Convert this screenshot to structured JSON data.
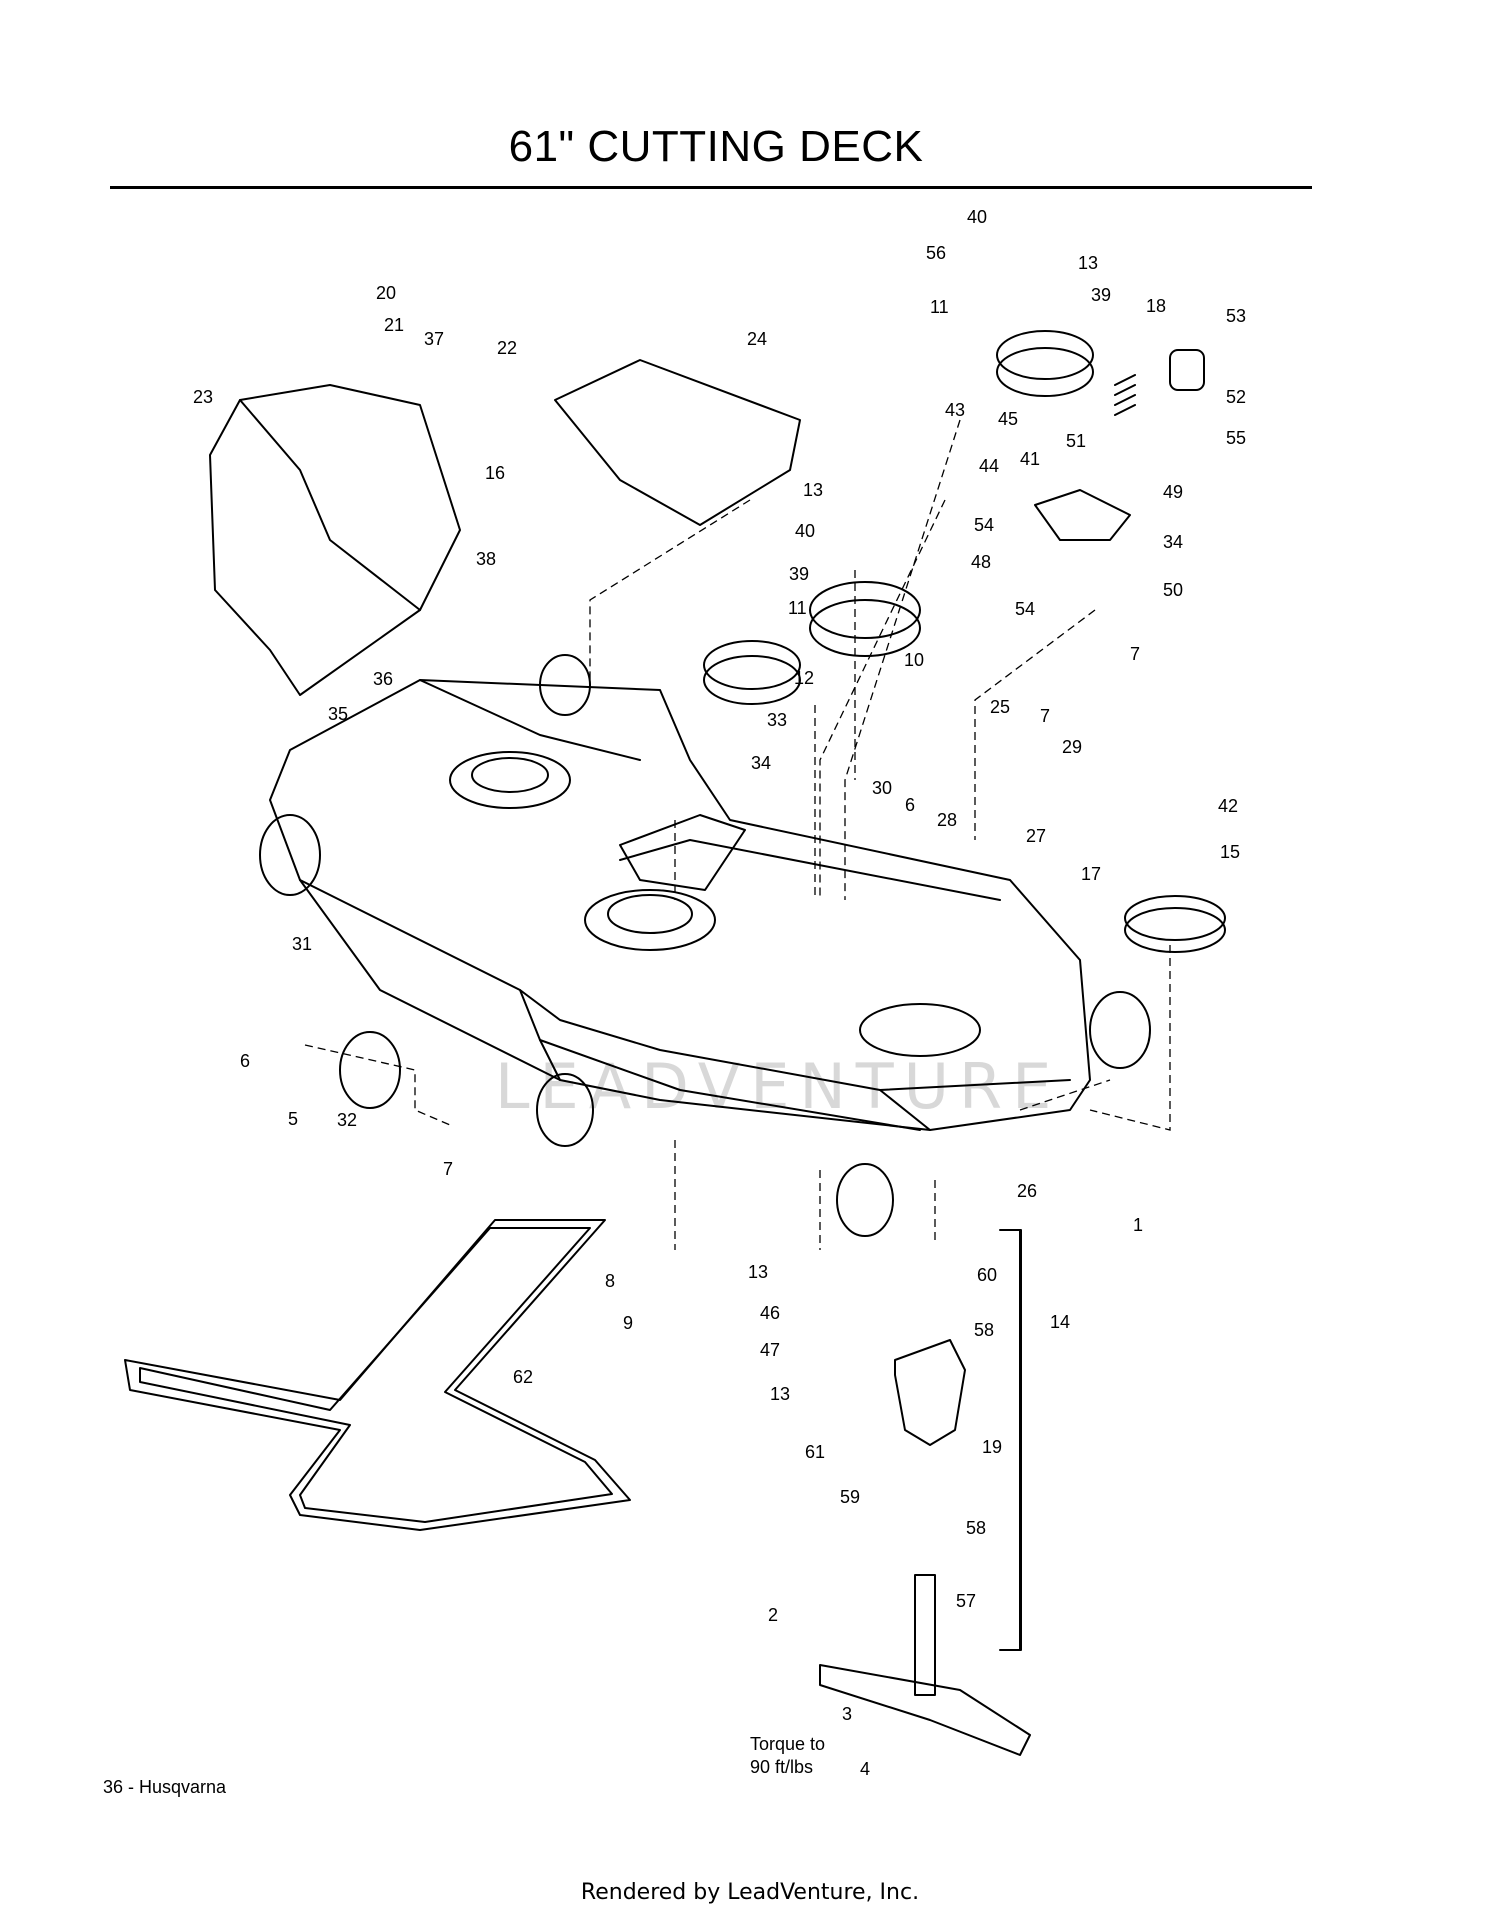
{
  "page": {
    "title": "61\" CUTTING DECK",
    "footer_left": "36 - Husqvarna",
    "footer_center": "Rendered by LeadVenture, Inc.",
    "watermark": "LEADVENTURE",
    "note_line1": "Torque to",
    "note_line2": "90 ft/lbs"
  },
  "callouts": [
    "1",
    "2",
    "3",
    "4",
    "5",
    "6",
    "7",
    "8",
    "9",
    "10",
    "11",
    "12",
    "13",
    "14",
    "15",
    "16",
    "17",
    "18",
    "19",
    "20",
    "21",
    "22",
    "23",
    "24",
    "25",
    "26",
    "27",
    "28",
    "29",
    "30",
    "31",
    "32",
    "33",
    "34",
    "35",
    "36",
    "37",
    "38",
    "39",
    "40",
    "41",
    "42",
    "43",
    "44",
    "45",
    "46",
    "47",
    "48",
    "49",
    "50",
    "51",
    "52",
    "53",
    "54",
    "55",
    "56",
    "57",
    "58",
    "59",
    "60",
    "61",
    "62"
  ]
}
